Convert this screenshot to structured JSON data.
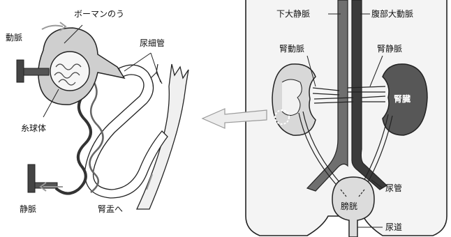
{
  "labels": {
    "bowman": "ボーマンのう",
    "artery_left": "動脈",
    "tubule": "尿細管",
    "glomerulus": "糸球体",
    "vein_left": "静脈",
    "to_pelvis": "腎盂へ",
    "ivc": "下大静脈",
    "aorta": "腹部大動脈",
    "renal_artery": "腎動脈",
    "renal_vein": "腎静脈",
    "kidney": "腎臓",
    "ureter": "尿管",
    "bladder": "膀胱",
    "urethra": "尿道"
  }
}
